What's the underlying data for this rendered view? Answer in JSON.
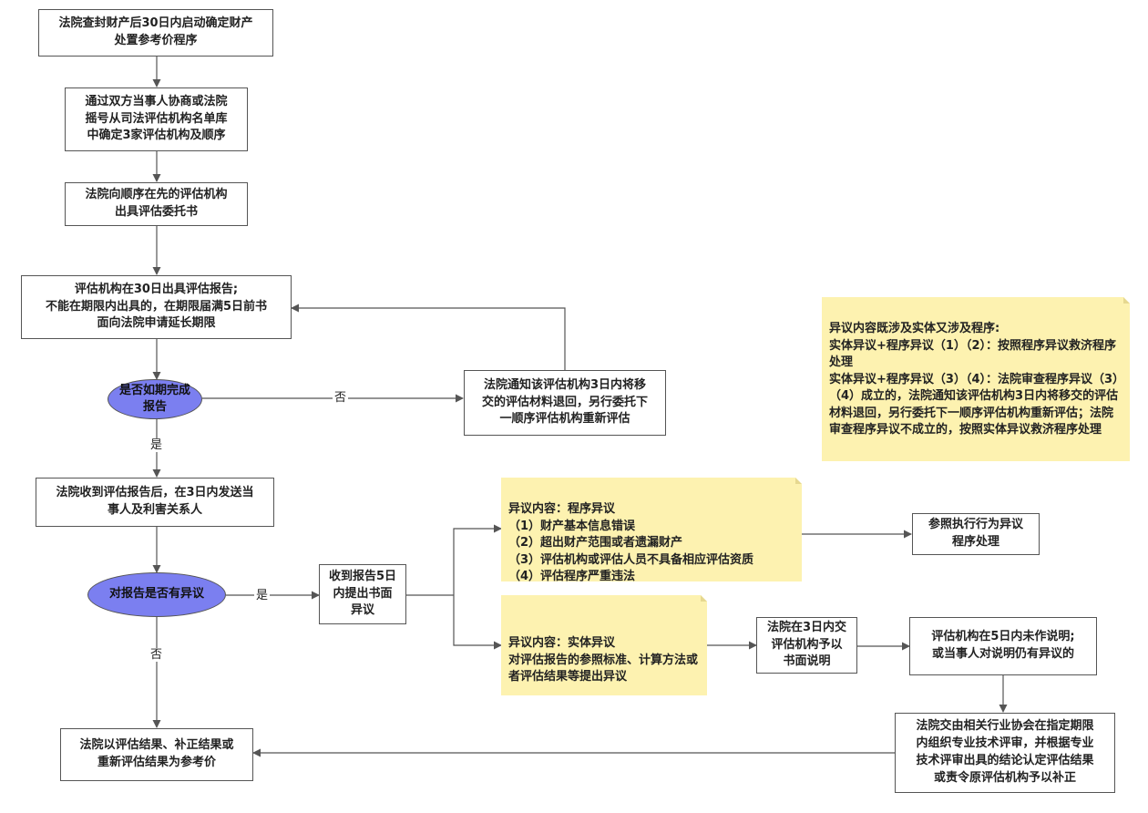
{
  "nodes": {
    "start": "法院查封财产后30日内启动确定财产\n处置参考价程序",
    "select": "通过双方当事人协商或法院\n摇号从司法评估机构名单库\n中确定3家评估机构及顺序",
    "entrust": "法院向顺序在先的评估机构\n出具评估委托书",
    "report30": "评估机构在30日出具评估报告;\n不能在期限内出具的，在期限届满5日前书\n面向法院申请延长期限",
    "decision_ontime": "是否如期完成\n报告",
    "reassign": "法院通知该评估机构3日内将移\n交的评估材料退回，另行委托下\n一顺序评估机构重新评估",
    "send_report": "法院收到评估报告后，在3日内发送当\n事人及利害关系人",
    "decision_objection": "对报告是否有异议",
    "written_objection": "收到报告5日\n内提出书面\n异议",
    "procedure_handling": "参照执行行为异议\n程序处理",
    "explain3": "法院在3日内交\n评估机构予以\n书面说明",
    "no_explain": "评估机构在5日内未作说明;\n或当事人对说明仍有异议的",
    "tech_review": "法院交由相关行业协会在指定期限\n内组织专业技术评审，并根据专业\n技术评审出具的结论认定评估结果\n或责令原评估机构予以补正",
    "final_price": "法院以评估结果、补正结果或\n重新评估结果为参考价"
  },
  "notes": {
    "both_objection": "异议内容既涉及实体又涉及程序:\n实体异议+程序异议（1）（2）：按照程序异议救济程序处理\n实体异议+程序异议（3）（4）：法院审查程序异议（3）（4）成立的，法院通知该评估机构3日内将移交的评估材料退回，另行委托下一顺序评估机构重新评估；法院审查程序异议不成立的，按照实体异议救济程序处理",
    "procedural": "异议内容：程序异议\n（1）财产基本信息错误\n（2）超出财产范围或者遗漏财产\n（3）评估机构或评估人员不具备相应评估资质\n（4）评估程序严重违法",
    "substantive": "异议内容：实体异议\n对评估报告的参照标准、计算方法或者评估结果等提出异议"
  },
  "edge_labels": {
    "no_ontime": "否",
    "yes_ontime": "是",
    "yes_objection": "是",
    "no_objection": "否"
  },
  "colors": {
    "decision_fill": "#7b7ff0",
    "note_fill": "#fdf2b0",
    "stroke": "#555555"
  }
}
